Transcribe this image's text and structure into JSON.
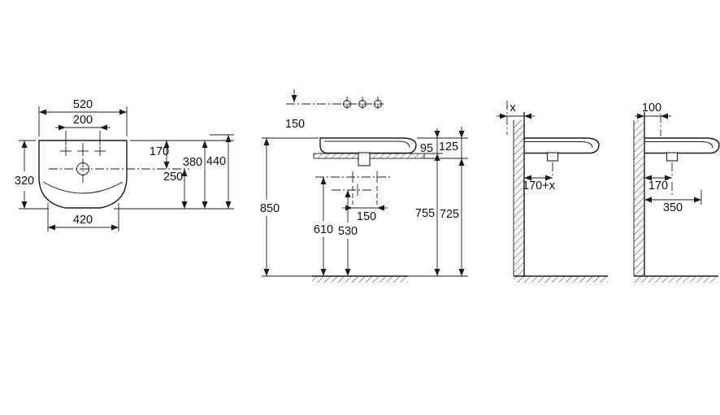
{
  "meta": {
    "description": "Washbasin installation technical drawing, dimensions in mm"
  },
  "dims": {
    "front": {
      "overall_width": "520",
      "tap_hole_spacing": "200",
      "side_height": "320",
      "base_width": "420",
      "rim_to_centre": "170",
      "centre_to_base": "250",
      "mid_height": "380",
      "overall_height": "440"
    },
    "side": {
      "tap_axis_offset": "150",
      "rim_to_counter_top": "95",
      "rim_to_counter_bottom": "125",
      "rim_height": "850",
      "supply_height": "610",
      "waste_height": "530",
      "supply_spacing": "150",
      "counter_top_height": "755",
      "counter_bottom_height": "725"
    },
    "wall_variable": {
      "wall_offset": "x",
      "waste_to_wall": "170+x"
    },
    "wall_standard": {
      "tap_to_wall": "100",
      "waste_to_wall": "170",
      "depth_to_wall": "350"
    }
  }
}
